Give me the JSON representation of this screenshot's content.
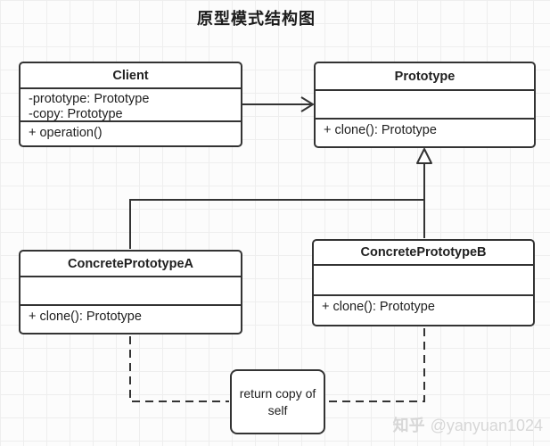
{
  "title": "原型模式结构图",
  "classes": [
    {
      "name": "Client",
      "attributes": [
        "-prototype: Prototype",
        "-copy: Prototype"
      ],
      "methods": [
        "+ operation()"
      ]
    },
    {
      "name": "Prototype",
      "attributes": [],
      "methods": [
        "+ clone(): Prototype"
      ]
    },
    {
      "name": "ConcretePrototypeA",
      "attributes": [],
      "methods": [
        "+ clone(): Prototype"
      ]
    },
    {
      "name": "ConcretePrototypeB",
      "attributes": [],
      "methods": [
        "+ clone(): Prototype"
      ]
    }
  ],
  "note": {
    "text": "return copy of self"
  },
  "relationships": [
    {
      "from": "Client",
      "to": "Prototype",
      "type": "association-arrow"
    },
    {
      "from": "ConcretePrototypeA",
      "to": "Prototype",
      "type": "generalization"
    },
    {
      "from": "ConcretePrototypeB",
      "to": "Prototype",
      "type": "generalization"
    },
    {
      "from": "ConcretePrototypeA",
      "to": "note",
      "type": "dashed-link"
    },
    {
      "from": "ConcretePrototypeB",
      "to": "note",
      "type": "dashed-link"
    }
  ],
  "watermark": {
    "brand": "知乎",
    "handle": "@yanyuan1024"
  },
  "colors": {
    "line": "#333333",
    "box_fill": "#ffffff",
    "background": "#fcfcfc",
    "grid": "#eeeeee",
    "watermark": "#d7d7d7"
  }
}
